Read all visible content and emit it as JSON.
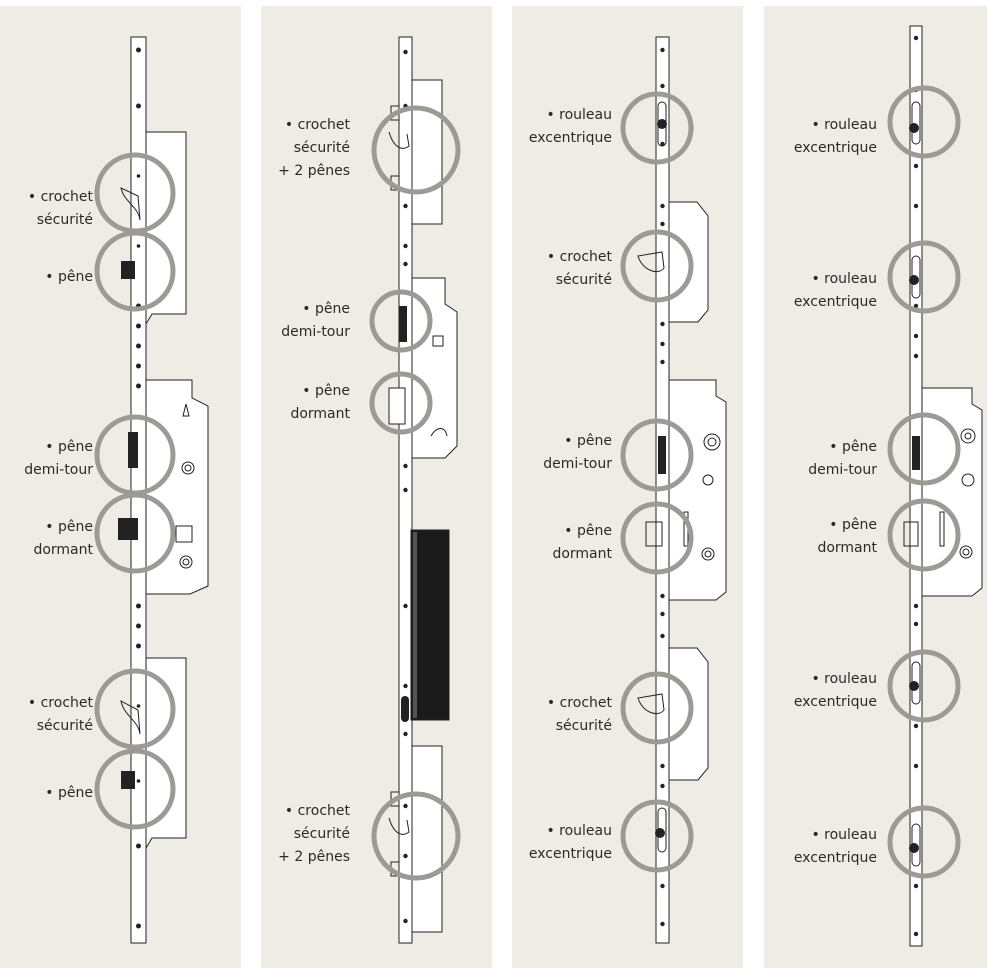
{
  "colors": {
    "panel_bg": "#efece6",
    "circle": "#9d9a96",
    "line": "#222222",
    "plate": "#ffffff"
  },
  "panels": [
    {
      "labels": [
        [
          "• crochet",
          "sécurité"
        ],
        [
          "• pêne"
        ],
        [
          "• pêne",
          "demi-tour"
        ],
        [
          "• pêne",
          "dormant"
        ],
        [
          "• crochet",
          "sécurité"
        ],
        [
          "• pêne"
        ]
      ]
    },
    {
      "labels": [
        [
          "• crochet",
          "sécurité",
          "+ 2 pênes"
        ],
        [
          "• pêne",
          "demi-tour"
        ],
        [
          "• pêne",
          "dormant"
        ],
        [
          "• crochet",
          "sécurité",
          "+ 2 pênes"
        ]
      ]
    },
    {
      "labels": [
        [
          "• rouleau",
          "excentrique"
        ],
        [
          "• crochet",
          "sécurité"
        ],
        [
          "• pêne",
          "demi-tour"
        ],
        [
          "• pêne",
          "dormant"
        ],
        [
          "• crochet",
          "sécurité"
        ],
        [
          "• rouleau",
          "excentrique"
        ]
      ]
    },
    {
      "labels": [
        [
          "• rouleau",
          "excentrique"
        ],
        [
          "• rouleau",
          "excentrique"
        ],
        [
          "• pêne",
          "demi-tour"
        ],
        [
          "• pêne",
          "dormant"
        ],
        [
          "• rouleau",
          "excentrique"
        ],
        [
          "• rouleau",
          "excentrique"
        ]
      ]
    }
  ]
}
